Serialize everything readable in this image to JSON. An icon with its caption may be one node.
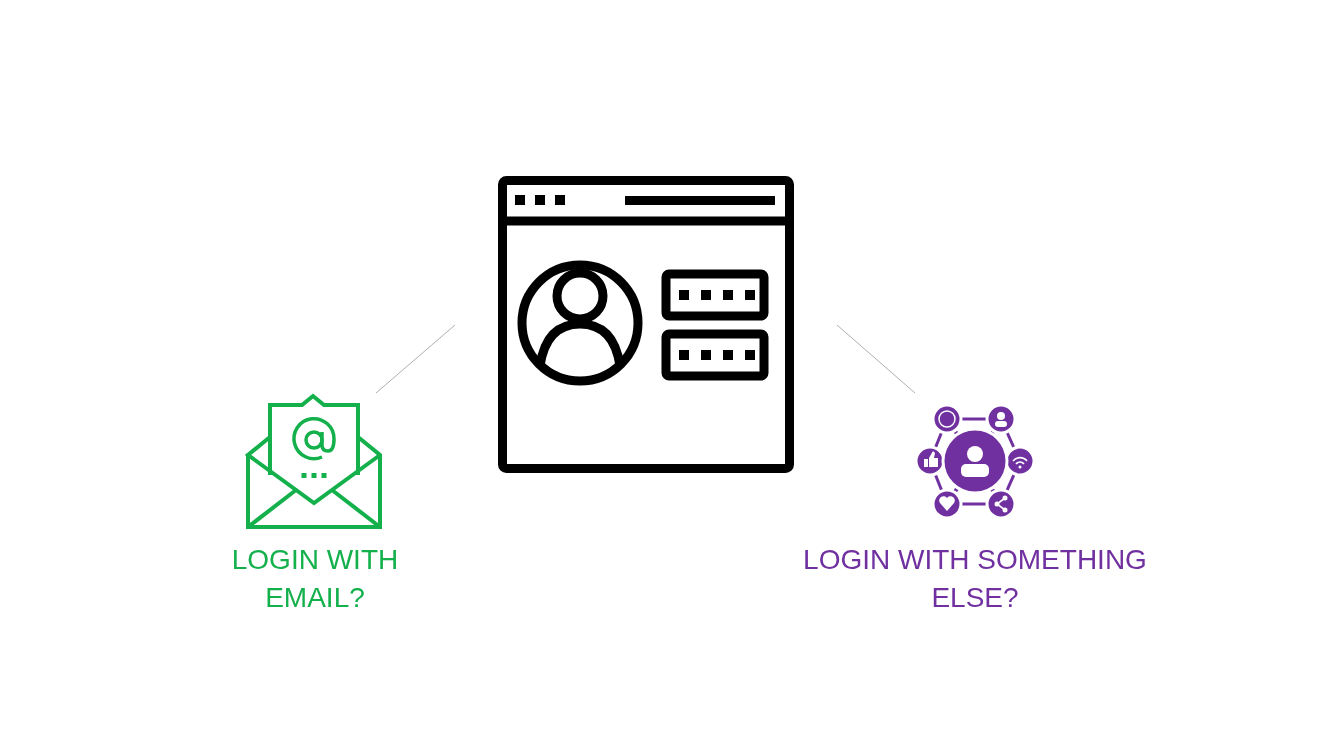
{
  "diagram": {
    "nodes": [
      {
        "text": [],
        "shape": "picture"
      },
      {
        "text": [
          "LOGIN WITH EMAIL?"
        ]
      },
      {
        "text": [
          "LOGIN WITH SOMETHING ELSE?"
        ]
      }
    ],
    "edges": [
      {
        "from": 0,
        "to": 1,
        "arrow": "none"
      },
      {
        "from": 0,
        "to": 2,
        "arrow": "none"
      }
    ]
  }
}
